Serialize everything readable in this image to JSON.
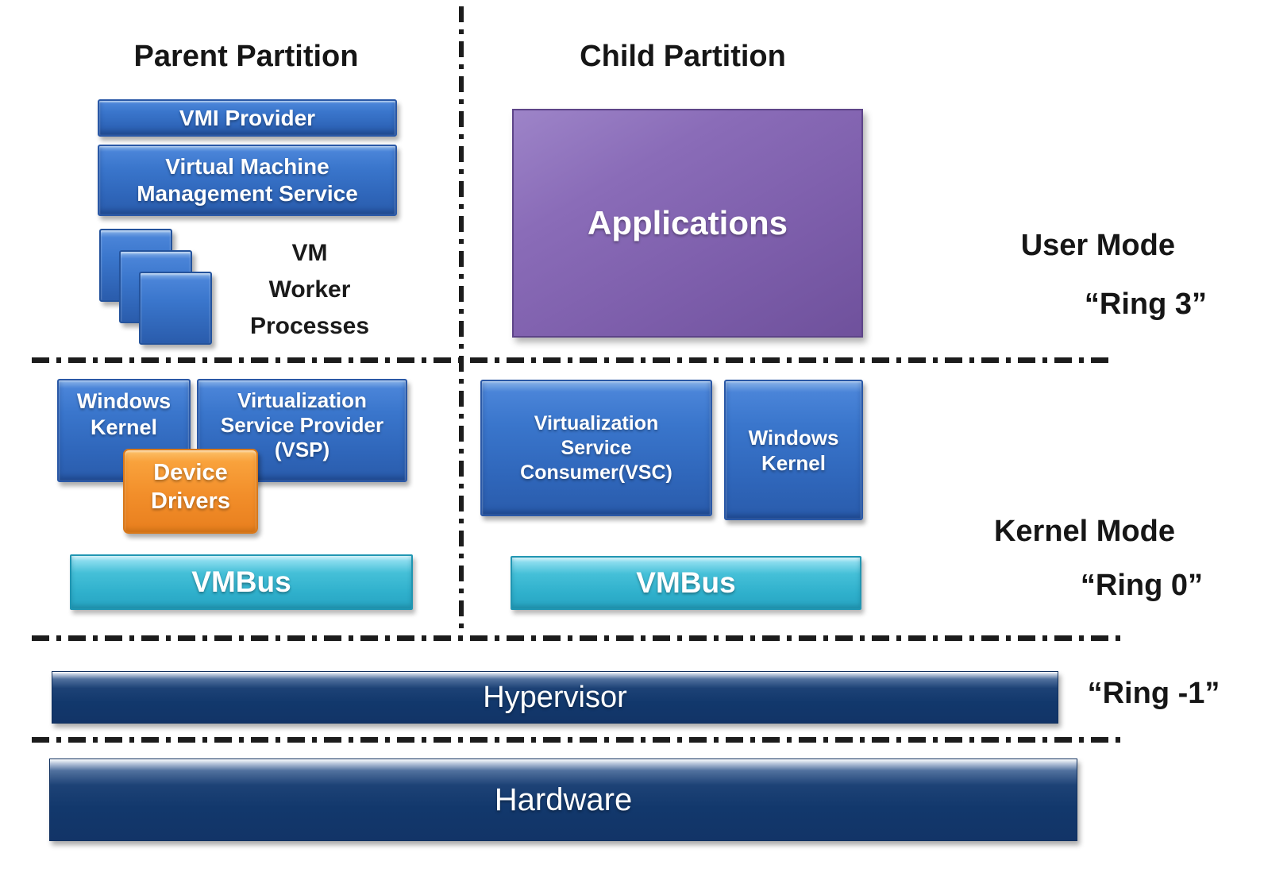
{
  "parent_partition": {
    "title": "Parent Partition",
    "vmi_provider": "VMI Provider",
    "vmms": "Virtual Machine Management Service",
    "vm_worker_lines": [
      "VM",
      "Worker",
      "Processes"
    ],
    "windows_kernel": "Windows Kernel",
    "vsp_lines": [
      "Virtualization",
      "Service Provider",
      "(VSP)"
    ],
    "device_drivers": "Device Drivers",
    "vmbus": "VMBus"
  },
  "child_partition": {
    "title": "Child Partition",
    "applications": "Applications",
    "vsc_lines": [
      "Virtualization",
      "Service",
      "Consumer(VSC)"
    ],
    "windows_kernel": "Windows Kernel",
    "vmbus": "VMBus"
  },
  "modes": {
    "user_mode": "User Mode",
    "ring3": "“Ring 3”",
    "kernel_mode": "Kernel Mode",
    "ring0": "“Ring 0”",
    "ring_minus1": "“Ring -1”"
  },
  "layers": {
    "hypervisor": "Hypervisor",
    "hardware": "Hardware"
  },
  "colors": {
    "box_blue": "#3470c4",
    "box_purple": "#8161b0",
    "box_orange": "#f3902c",
    "box_cyan": "#35b6d2",
    "bar_navy": "#14396d",
    "line_black": "#1c1c1c"
  }
}
